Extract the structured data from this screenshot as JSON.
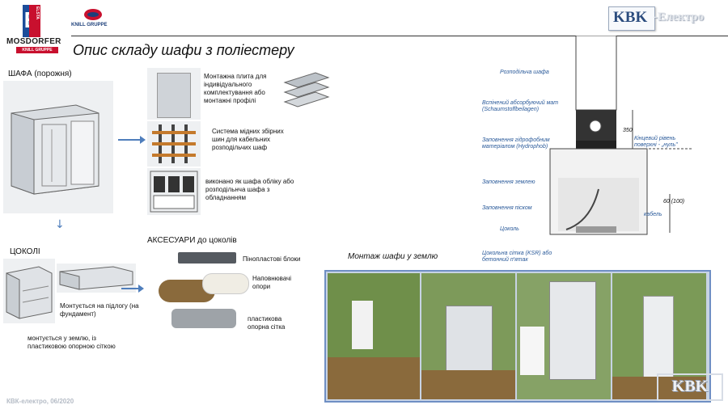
{
  "header": {
    "mosdorfer": "MOSDORFER",
    "mosdorfer_sub": "KNILL GRUPPE",
    "logo_letters": "ELSTA",
    "knill": "KNILL GRUPPE",
    "kbk": "KBK",
    "kbk_suffix": "-Електро"
  },
  "title": "Опис складу шафи з поліестеру",
  "left": {
    "cabinet_label": "ШАФА (порожня)",
    "plinth_label": "ЦОКОЛІ",
    "floor_mount": "Монтується на підлогу (на фундамент)",
    "ground_mount": "монтується у землю, із пластиковою опорною сіткою"
  },
  "components": {
    "plate": "Монтажна плита для індивідуального комплектування або монтажні профілі",
    "busbar": "Система мідних збірних шин для кабельних розподільчих шаф",
    "meter": "виконано як шафа обліку або розподільнча шафа з обладнанням"
  },
  "accessories": {
    "title": "АКСЕСУАРИ до цоколів",
    "foam": "Пінопластові блоки",
    "filler": "Наповнювачі опори",
    "grid": "пластикова опорна сітка"
  },
  "diagram": {
    "cabinet": "Розподільча шафа",
    "mat": "Вспінений абсорбуючий мат (Schaumstoffbeilagen)",
    "hydrophob": "Заповнення гідрофобним матеріалом (Hydrophob)",
    "earth": "Заповнення землею",
    "sand": "Заповнення піском",
    "plinth": "Цоколь",
    "grid": "Цокольна сітка (KSR) або бетонний п'ятак",
    "level": "Кінцевий рівень поверхні - „нуль\"",
    "cable": "кабель",
    "dim350": "350",
    "dim60": "60 (100)"
  },
  "install": {
    "title": "Монтаж шафи у землю"
  },
  "footer": {
    "text": "КВК-електро, 06/2020",
    "watermark": "KBK"
  },
  "colors": {
    "accent_blue": "#4f7ebc",
    "brand_red": "#c8102e",
    "brand_blue": "#1c4d9a"
  }
}
